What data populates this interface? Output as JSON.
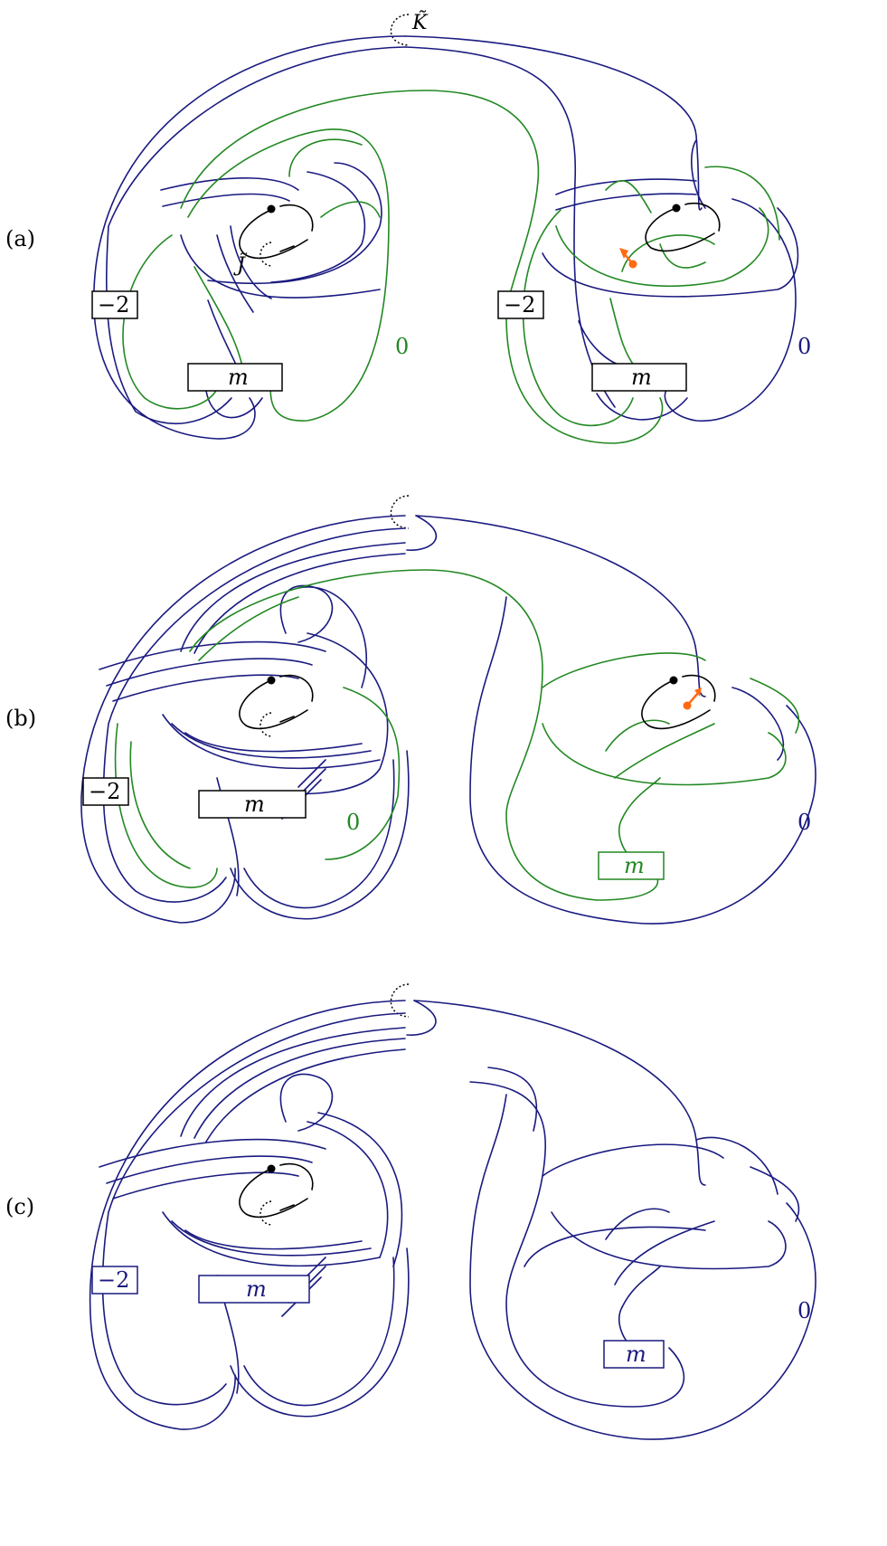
{
  "colors": {
    "navy": "#1a1a80",
    "green": "#228822",
    "black": "#000000",
    "orange": "#ff6a13"
  },
  "top_label": "K̃",
  "panels": [
    {
      "label": "(a)",
      "left": {
        "twist": "−2",
        "box": "m",
        "frame": "0",
        "frame_color": "green",
        "inner_label": "J̃"
      },
      "right": {
        "twist": "−2",
        "box": "m",
        "frame": "0",
        "frame_color": "navy"
      }
    },
    {
      "label": "(b)",
      "left": {
        "twist": "−2",
        "box": "m",
        "frame": "0",
        "frame_color": "green"
      },
      "right": {
        "box": "m",
        "box_color": "green",
        "frame": "0",
        "frame_color": "navy"
      }
    },
    {
      "label": "(c)",
      "left": {
        "twist": "−2",
        "box": "m",
        "box_color": "navy"
      },
      "right": {
        "box": "m",
        "box_color": "navy",
        "frame": "0",
        "frame_color": "navy"
      }
    }
  ]
}
